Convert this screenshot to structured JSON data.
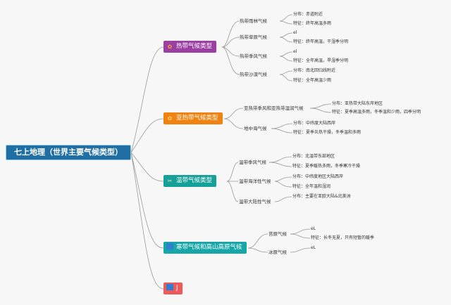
{
  "root": "七上地理（世界主要气候类型）",
  "categories": [
    {
      "label": "热带气候类型",
      "color": "#9b3fa3",
      "icon": "flower-icon"
    },
    {
      "label": "亚热带气候类型",
      "color": "#f0820f",
      "icon": "flower-icon"
    },
    {
      "label": "温带气候类型",
      "color": "#15a19a",
      "icon": "tools-icon"
    },
    {
      "label": "寒带气候和高山高原气候",
      "color": "#16a6a8",
      "icon": "square-icon"
    },
    {
      "label": "J",
      "color": "#ec5a5a",
      "icon": "square-icon"
    }
  ],
  "subs": {
    "tropical": [
      "热带雨林气候",
      "热带草原气候",
      "热带季风气候",
      "热带沙漠气候"
    ],
    "subtropical": [
      "亚热带季风和亚热带湿润气候",
      "地中海气候"
    ],
    "temperate": [
      "温带季风气候",
      "温带海洋性气候",
      "温带大陆性气候"
    ],
    "cold": [
      "苔原气候",
      "冰原气候"
    ]
  },
  "leaves": {
    "rainforest": [
      "分布：赤道附近",
      "特征：终年高温多雨"
    ],
    "savanna": [
      "el",
      "特征：终年高温，干湿季分明"
    ],
    "monsoon": [
      "el",
      "特征：全年高温，旱湿季分明"
    ],
    "desert": [
      "分布：南北回归线附近",
      "特征：全年高温少雨"
    ],
    "subtropical_monsoon": [
      "分布：亚热带大陆东岸地区",
      "特征：夏季高温多雨，冬季温和少雨，四季分明"
    ],
    "mediterranean": [
      "分布：中纬度大陆西岸",
      "特征：夏季炎热干燥，冬季温和多雨"
    ],
    "temperate_monsoon": [
      "分布：北温带东部地区",
      "特征：夏季暖热多雨，冬季寒冷干燥"
    ],
    "oceanic": [
      "分布：中纬度地区大陆西岸",
      "特征：全年温和湿润"
    ],
    "continental": [
      "分布：主要在亚欧大陆&北美洲"
    ],
    "tundra": [
      "eL",
      "特征：长冬无夏，只有短暂的暖季"
    ],
    "icecap": [
      "eL"
    ]
  }
}
